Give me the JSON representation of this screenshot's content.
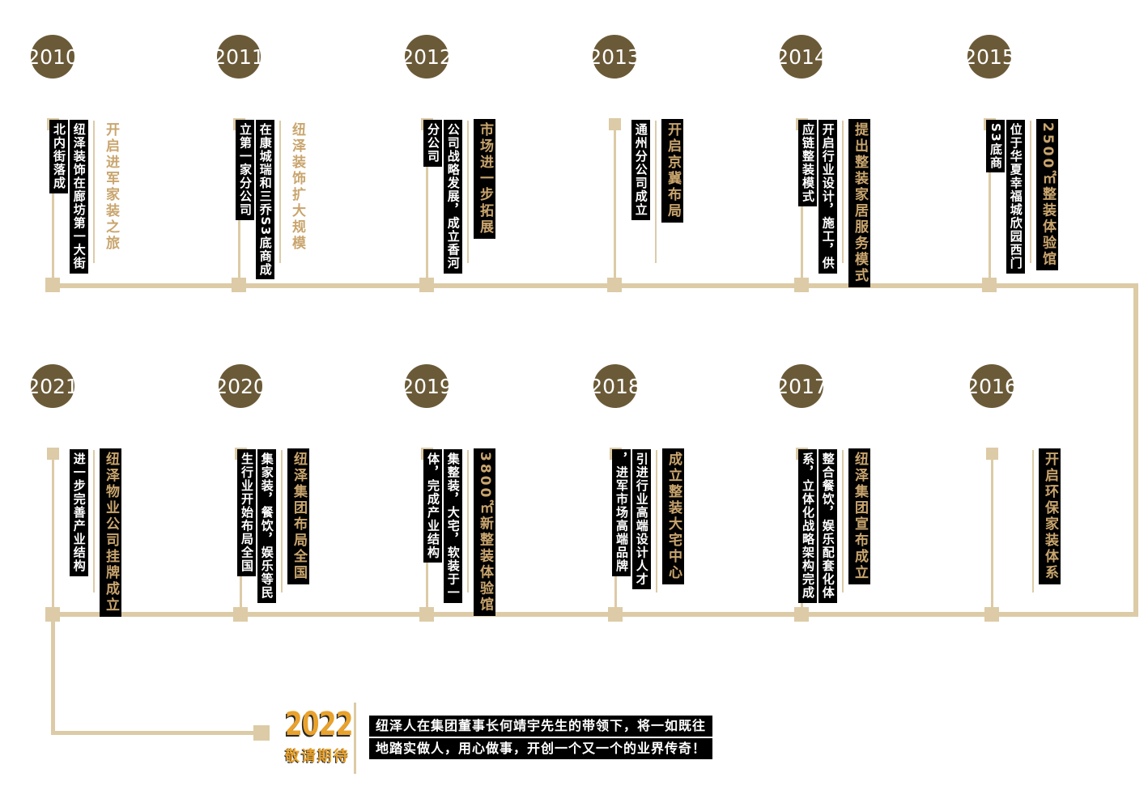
{
  "colors": {
    "circle": "#6B5A38",
    "line": "#DCCBA6",
    "gold": "#C9A56E",
    "orange": "#E9A22C",
    "black": "#000000",
    "white": "#FFFFFF"
  },
  "timeline": {
    "top_row": [
      {
        "year": "2010",
        "title": "开启进军家装之旅",
        "body": [
          "纽泽装饰在廊坊第一大街",
          "北内街落成"
        ]
      },
      {
        "year": "2011",
        "title": "纽泽装饰扩大规模",
        "body": [
          "在康城瑞和三乔S3底商成",
          "立第一家分公司"
        ]
      },
      {
        "year": "2012",
        "title": "市场进一步拓展",
        "body": [
          "公司战略发展，成立香河",
          "分公司"
        ]
      },
      {
        "year": "2013",
        "title": "开启京冀布局",
        "body": [
          "通州分公司成立"
        ]
      },
      {
        "year": "2014",
        "title": "提出整装家居服务模式",
        "body": [
          "开启行业设计，施工，供",
          "应链整装模式"
        ]
      },
      {
        "year": "2015",
        "title": "2500㎡整装体验馆",
        "body": [
          "位于华夏幸福城欣园西门",
          "S3底商"
        ]
      }
    ],
    "bottom_row": [
      {
        "year": "2021",
        "title": "纽泽物业公司挂牌成立",
        "body": [
          "进一步完善产业结构"
        ]
      },
      {
        "year": "2020",
        "title": "纽泽集团布局全国",
        "body": [
          "集家装，餐饮，娱乐等民",
          "生行业开始布局全国"
        ]
      },
      {
        "year": "2019",
        "title": "3800㎡新整装体验馆",
        "body": [
          "集整装，大宅，软装于一",
          "体，完成产业结构"
        ]
      },
      {
        "year": "2018",
        "title": "成立整装大宅中心",
        "body": [
          "引进行业高端设计人才",
          "，进军市场高端品牌"
        ]
      },
      {
        "year": "2017",
        "title": "纽泽集团宣布成立",
        "body": [
          "整合餐饮，娱乐配套化体",
          "系，立体化战略架构完成"
        ]
      },
      {
        "year": "2016",
        "title": "开启环保家装体系",
        "body": []
      }
    ]
  },
  "footer": {
    "year": "2022",
    "subtitle": "敬请期待",
    "message_lines": [
      "纽泽人在集团董事长何靖宇先生的带领下，将一如既往",
      "地踏实做人，用心做事，开创一个又一个的业界传奇！"
    ]
  }
}
